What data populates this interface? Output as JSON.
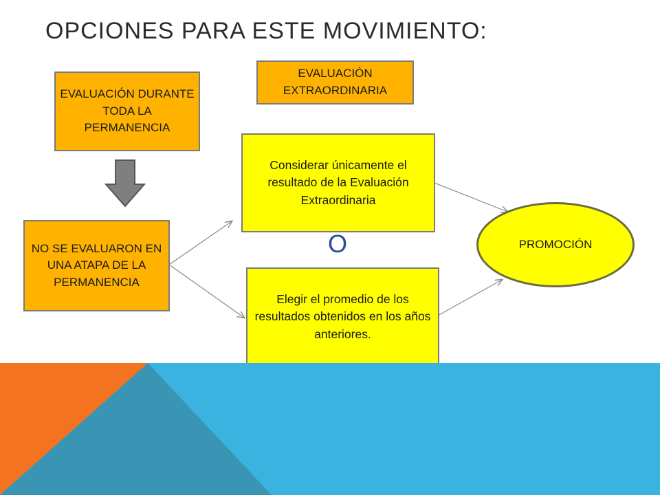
{
  "slide": {
    "title": "OPCIONES PARA ESTE MOVIMIENTO:"
  },
  "diagram": {
    "box_eval_durante": "EVALUACIÓN DURANTE TODA LA PERMANENCIA",
    "box_eval_extra": "EVALUACIÓN EXTRAORDINARIA",
    "box_no_evaluaron": "NO SE EVALUARON EN UNA ATAPA DE LA PERMANENCIA",
    "box_considerar": "Considerar únicamente el resultado de la Evaluación Extraordinaria",
    "box_elegir": "Elegir el promedio de los resultados obtenidos en los años anteriores.",
    "or_label": "O",
    "ellipse_promocion": "PROMOCIÓN"
  },
  "colors": {
    "orange_box": "#ffb300",
    "yellow_box": "#ffff00",
    "down_arrow": "#7f7f7f",
    "footer_blue": "#3bb3e0",
    "footer_orange": "#f47321",
    "footer_teal": "#3a94b3"
  }
}
